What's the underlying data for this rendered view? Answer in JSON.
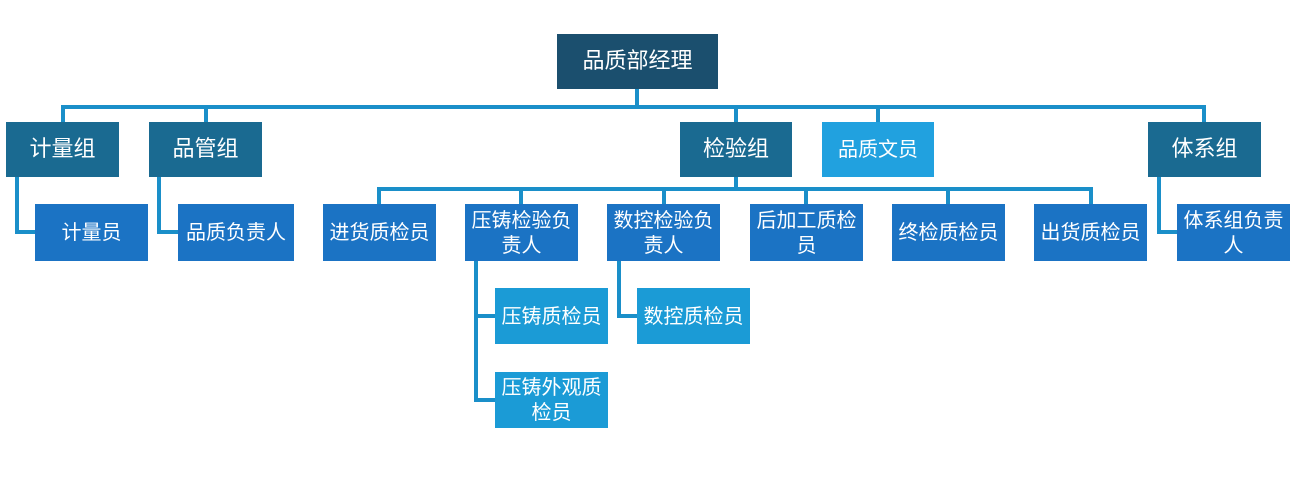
{
  "colors": {
    "connector": "#1a8fc9",
    "top": "#1b4f6e",
    "level1": "#1a6a91",
    "level1_light": "#21a1df",
    "level2": "#1b73c4",
    "level3": "#1b9bd6"
  },
  "nodes": {
    "root": "品质部经理",
    "metrology_group": "计量组",
    "metrology_staff": "计量员",
    "qm_group": "品管组",
    "quality_lead": "品质负责人",
    "inspection_group": "检验组",
    "quality_clerk": "品质文员",
    "system_group": "体系组",
    "system_lead": "体系组负责人",
    "incoming_inspector": "进货质检员",
    "diecast_lead": "压铸检验负责人",
    "cnc_lead": "数控检验负责人",
    "postprocess_inspector": "后加工质检员",
    "final_inspector": "终检质检员",
    "outgoing_inspector": "出货质检员",
    "diecast_inspector": "压铸质检员",
    "diecast_visual_inspector": "压铸外观质检员",
    "cnc_inspector": "数控质检员"
  }
}
